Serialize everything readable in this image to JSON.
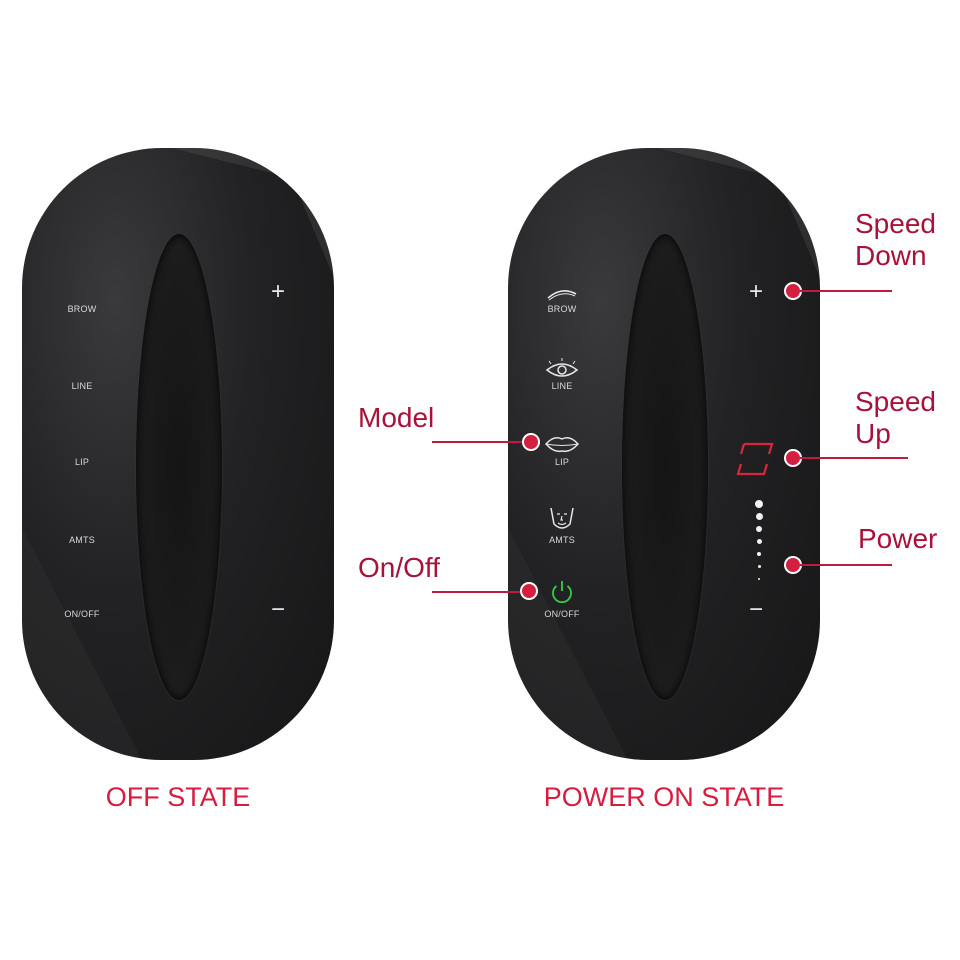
{
  "off_device": {
    "labels": [
      "BROW",
      "LINE",
      "LIP",
      "AMTS",
      "ON/OFF"
    ],
    "plus": "+",
    "minus": "−"
  },
  "on_device": {
    "labels": [
      "BROW",
      "LINE",
      "LIP",
      "AMTS",
      "ON/OFF"
    ],
    "plus": "+",
    "minus": "−",
    "icons": [
      "brow-icon",
      "eye-icon",
      "lips-icon",
      "face-icon",
      "power-icon"
    ],
    "power_icon_color": "#2fd04a",
    "speed_indicator_color": "#d6283c",
    "power_level_dots": 7
  },
  "captions": {
    "off": "OFF STATE",
    "on": "POWER ON STATE"
  },
  "callouts": {
    "model": "Model",
    "on_off": "On/Off",
    "speed_down": "Speed Down",
    "speed_up": "Speed Up",
    "power": "Power"
  },
  "colors": {
    "callout_text": "#a8123a",
    "caption_text": "#d81b3f",
    "callout_dot": "#d42040",
    "device_body": "#1e1e20"
  }
}
